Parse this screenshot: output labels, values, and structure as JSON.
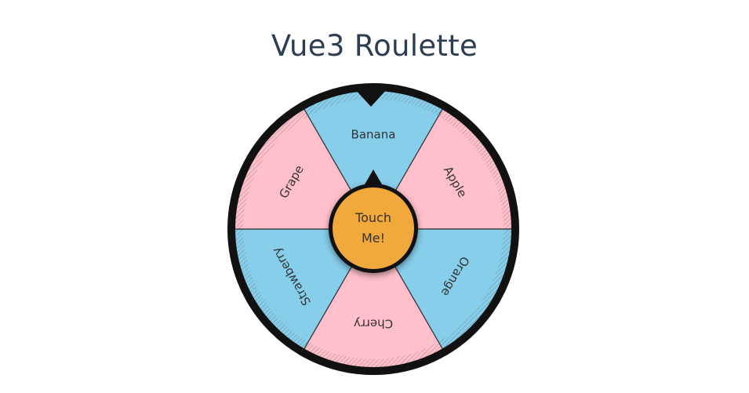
{
  "page": {
    "title": "Vue3 Roulette"
  },
  "wheel": {
    "items": [
      {
        "label": "Banana",
        "color": "#87ceeb"
      },
      {
        "label": "Apple",
        "color": "#ffc0cb"
      },
      {
        "label": "Orange",
        "color": "#87ceeb"
      },
      {
        "label": "Cherry",
        "color": "#ffc0cb"
      },
      {
        "label": "Strawberry",
        "color": "#87ceeb"
      },
      {
        "label": "Grape",
        "color": "#ffc0cb"
      }
    ],
    "rim_color": "#111111",
    "hub_color": "#f2a93b",
    "hub_label": "Touch Me!"
  }
}
